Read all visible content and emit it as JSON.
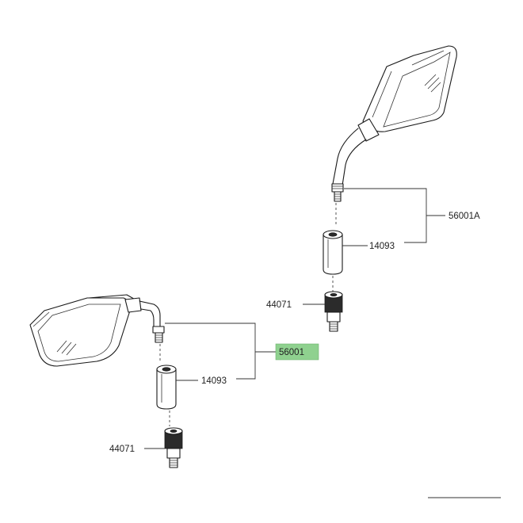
{
  "labels": {
    "assembly_right": "56001A",
    "assembly_left": "56001",
    "spacer_right": "14093",
    "spacer_left": "14093",
    "nut_right": "44071",
    "nut_left": "44071"
  },
  "colors": {
    "highlight": "#8fd18f",
    "line": "#1a1a1a"
  }
}
